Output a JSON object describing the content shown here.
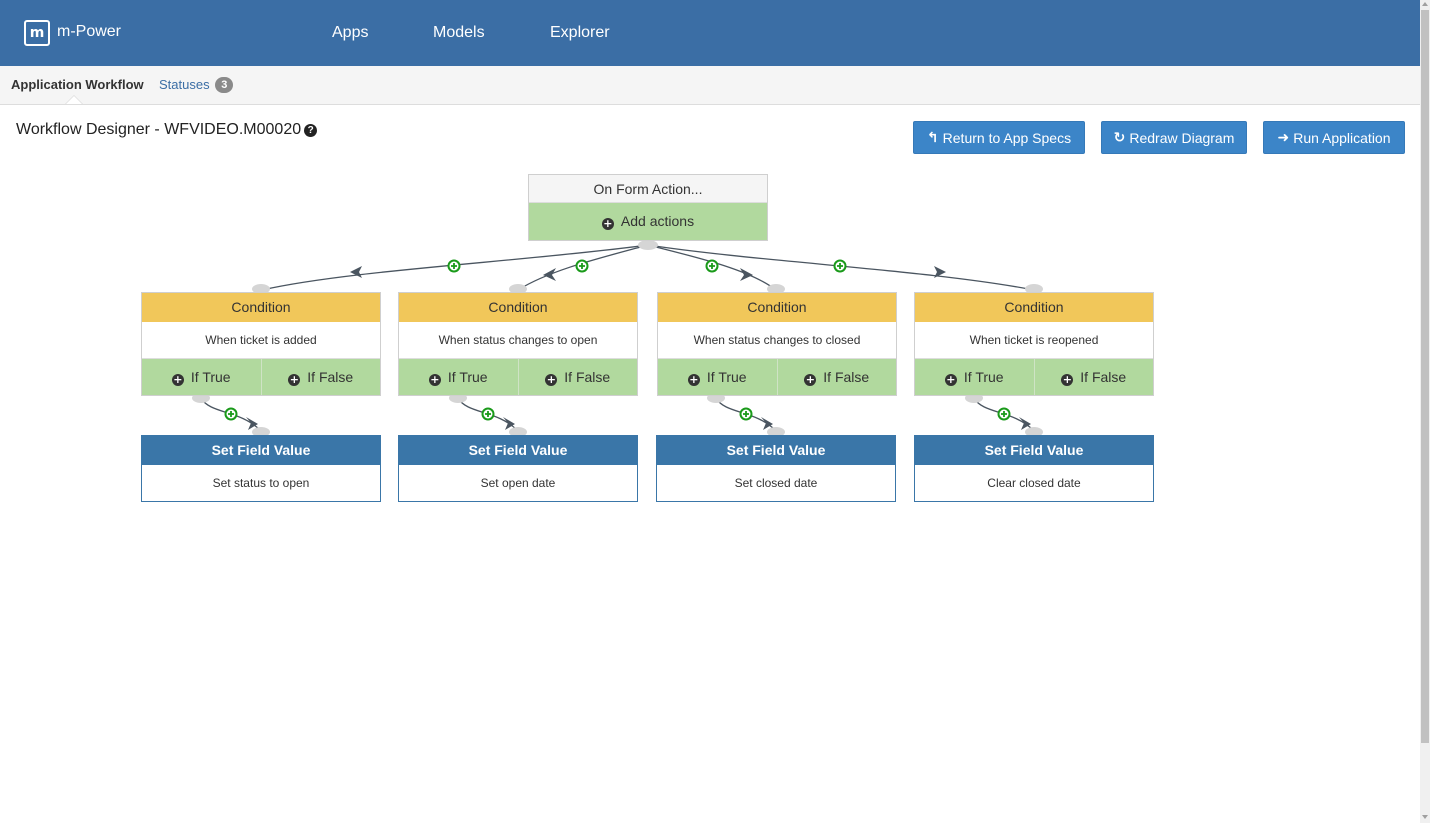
{
  "header": {
    "brand": "m-Power",
    "logo_letter": "m",
    "nav": [
      "Apps",
      "Models",
      "Explorer"
    ]
  },
  "tabs": {
    "active": "Application Workflow",
    "statuses_label": "Statuses",
    "statuses_count": "3"
  },
  "page": {
    "title": "Workflow Designer - WFVIDEO.M00020",
    "buttons": {
      "return": "Return to App Specs",
      "redraw": "Redraw Diagram",
      "run": "Run Application"
    }
  },
  "workflow": {
    "start": {
      "title": "On Form Action...",
      "add_label": "Add actions"
    },
    "conditions": [
      {
        "title": "Condition",
        "text": "When ticket is added",
        "if_true": "If True",
        "if_false": "If False"
      },
      {
        "title": "Condition",
        "text": "When status changes to open",
        "if_true": "If True",
        "if_false": "If False"
      },
      {
        "title": "Condition",
        "text": "When status changes to closed",
        "if_true": "If True",
        "if_false": "If False"
      },
      {
        "title": "Condition",
        "text": "When ticket is reopened",
        "if_true": "If True",
        "if_false": "If False"
      }
    ],
    "actions": [
      {
        "title": "Set Field Value",
        "text": "Set status to open"
      },
      {
        "title": "Set Field Value",
        "text": "Set open date"
      },
      {
        "title": "Set Field Value",
        "text": "Set closed date"
      },
      {
        "title": "Set Field Value",
        "text": "Clear closed date"
      }
    ]
  },
  "colors": {
    "header": "#3b6ea5",
    "button": "#3c85c8",
    "condition": "#f1c75a",
    "add": "#b1d99e",
    "action": "#3a76a8",
    "connector_plus": "#1a9a1a"
  }
}
